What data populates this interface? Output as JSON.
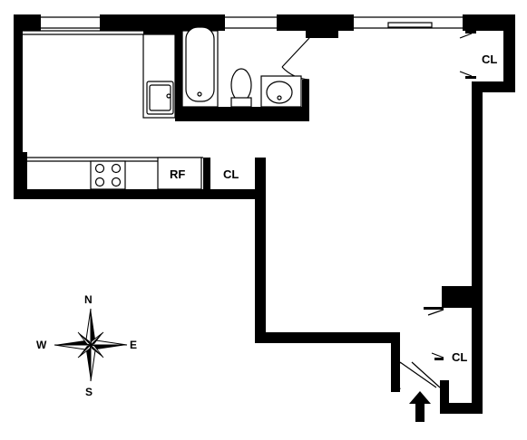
{
  "rooms": {
    "closet_top_right": "CL",
    "closet_kitchen": "CL",
    "closet_entry": "CL",
    "refrigerator": "RF"
  },
  "compass": {
    "north": "N",
    "south": "S",
    "east": "E",
    "west": "W"
  },
  "colors": {
    "wall": "#000000",
    "background": "#ffffff"
  },
  "icons": {
    "entry": "entry-arrow-icon",
    "compass": "compass-rose-icon"
  }
}
